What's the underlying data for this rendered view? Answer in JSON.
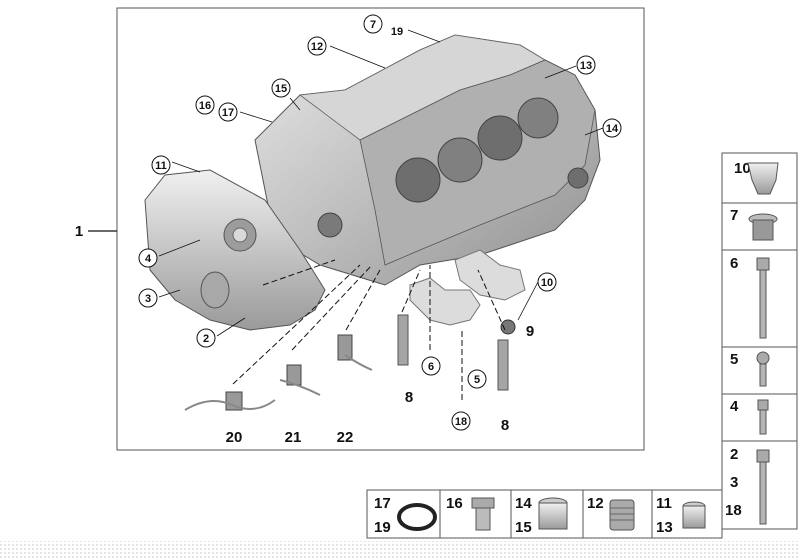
{
  "main_label": "1",
  "callouts": {
    "c7": "7",
    "c19": "19",
    "c12": "12",
    "c13": "13",
    "c14": "14",
    "c15": "15",
    "c16": "16",
    "c17": "17",
    "c11": "11",
    "c4": "4",
    "c3": "3",
    "c2": "2",
    "c10": "10",
    "c6": "6",
    "c5": "5",
    "c18": "18"
  },
  "plain_labels": {
    "p9": "9",
    "p8a": "8",
    "p8b": "8",
    "p20": "20",
    "p21": "21",
    "p22": "22"
  },
  "side_panel": {
    "r10": "10",
    "r7": "7",
    "r6": "6",
    "r5": "5",
    "r4": "4",
    "r2": "2",
    "r3": "3",
    "r18": "18"
  },
  "bottom_panel": {
    "b17": "17",
    "b19": "19",
    "b16": "16",
    "b14": "14",
    "b15": "15",
    "b12": "12",
    "b11": "11",
    "b13": "13"
  },
  "colors": {
    "frame": "#555555",
    "part_fill": "#c9c9c9",
    "part_dark": "#8a8a8a",
    "part_light": "#e6e6e6",
    "panel_bg": "#f2f2f2"
  }
}
